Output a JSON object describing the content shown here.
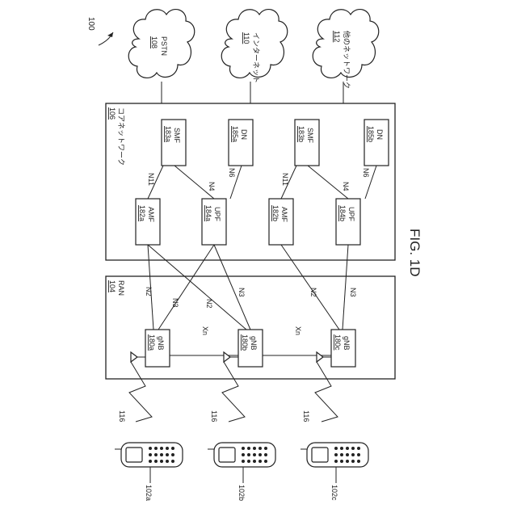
{
  "figure": {
    "ref": "100",
    "caption": "FIG. 1D"
  },
  "clouds": [
    {
      "id": "108",
      "name": "PSTN"
    },
    {
      "id": "110",
      "name": "インターネット"
    },
    {
      "id": "112",
      "name": "他のネットワーク"
    }
  ],
  "core": {
    "id": "106",
    "name": "コアネットワーク",
    "nodes": [
      {
        "id": "183a",
        "name": "SMF"
      },
      {
        "id": "185a",
        "name": "DN"
      },
      {
        "id": "182a",
        "name": "AMF"
      },
      {
        "id": "184a",
        "name": "UPF"
      },
      {
        "id": "183b",
        "name": "SMF"
      },
      {
        "id": "185b",
        "name": "DN"
      },
      {
        "id": "182b",
        "name": "AMF"
      },
      {
        "id": "184b",
        "name": "UPF"
      }
    ],
    "links": [
      "N11",
      "N4",
      "N6",
      "N11",
      "N4",
      "N6"
    ]
  },
  "ran": {
    "id": "104",
    "name": "RAN",
    "nodes": [
      {
        "id": "180a",
        "name": "gNB"
      },
      {
        "id": "180b",
        "name": "gNB"
      },
      {
        "id": "180c",
        "name": "gNB"
      }
    ],
    "xn": [
      "Xn",
      "Xn"
    ],
    "interfaces": [
      "N2",
      "N3",
      "N2",
      "N3",
      "N2",
      "N3"
    ]
  },
  "air": [
    "116",
    "116",
    "116"
  ],
  "devices": [
    {
      "id": "102a"
    },
    {
      "id": "102b"
    },
    {
      "id": "102c"
    }
  ]
}
